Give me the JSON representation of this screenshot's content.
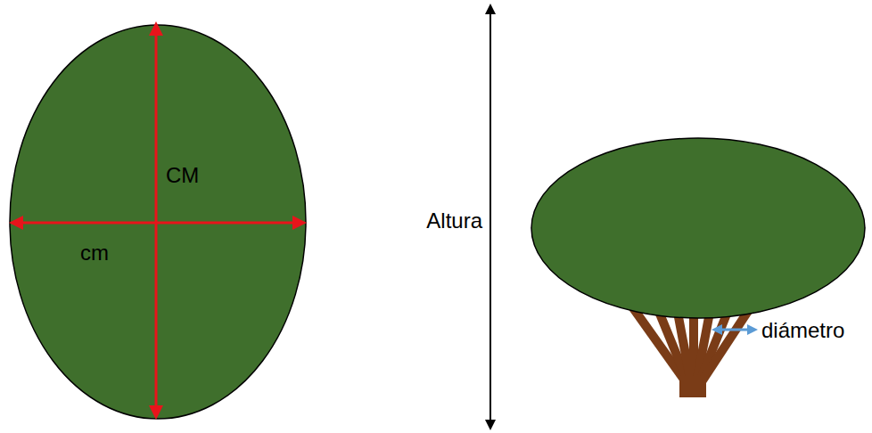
{
  "diagram": {
    "labels": [
      "CM",
      "cm",
      "Altura",
      "diámetro"
    ]
  }
}
